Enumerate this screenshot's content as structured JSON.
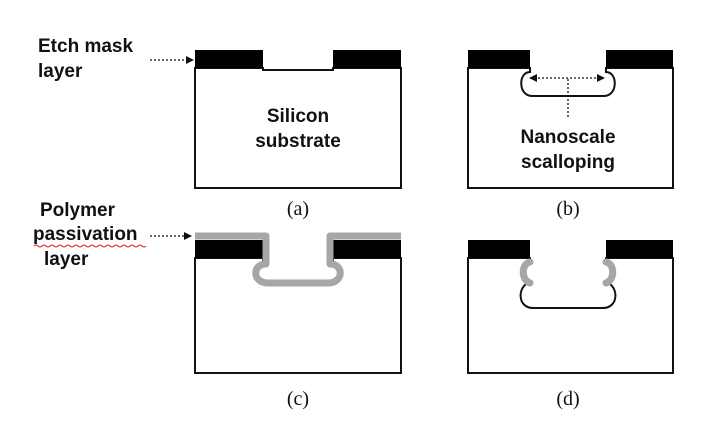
{
  "labels": {
    "etch_mask_line1": "Etch mask",
    "etch_mask_line2": "layer",
    "silicon_line1": "Silicon",
    "silicon_line2": "substrate",
    "nanoscale_line1": "Nanoscale",
    "nanoscale_line2": "scalloping",
    "polymer_line1": "Polymer",
    "polymer_line2": "passivation",
    "polymer_line3": "layer"
  },
  "captions": {
    "a": "(a)",
    "b": "(b)",
    "c": "(c)",
    "d": "(d)"
  },
  "colors": {
    "mask": "#000000",
    "passivation": "#a6a6a6",
    "outline": "#111111",
    "spellcheck_underline": "#e02020"
  }
}
